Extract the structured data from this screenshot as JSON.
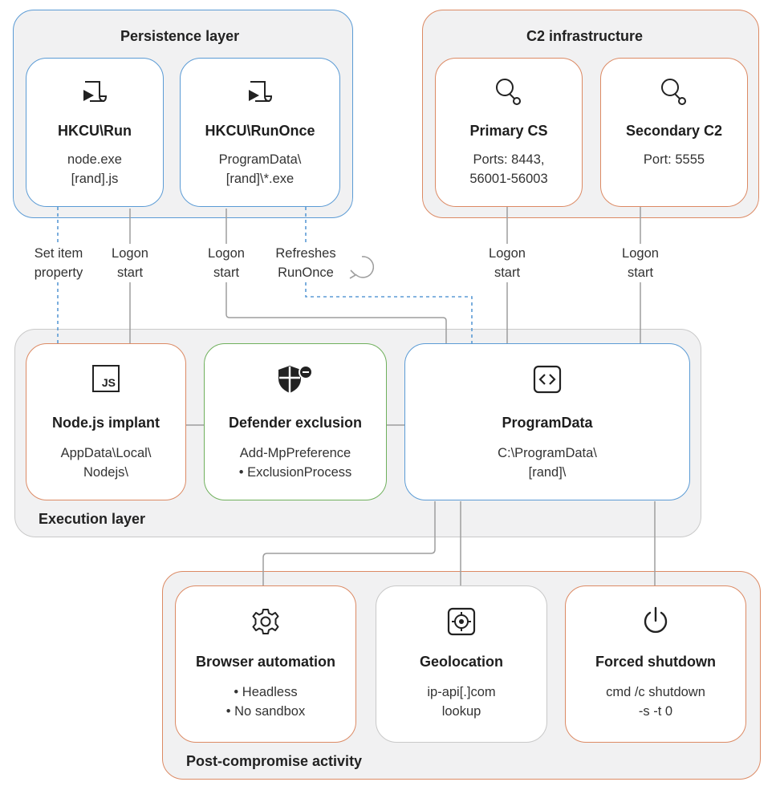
{
  "persistence": {
    "title": "Persistence layer",
    "cards": [
      {
        "icon": "script-run-icon",
        "title": "HKCU\\Run",
        "lines": [
          "node.exe",
          "[rand].js"
        ]
      },
      {
        "icon": "script-run-icon",
        "title": "HKCU\\RunOnce",
        "lines": [
          "ProgramData\\",
          "[rand]\\*.exe"
        ]
      }
    ]
  },
  "c2": {
    "title": "C2 infrastructure",
    "cards": [
      {
        "icon": "server-link-icon",
        "title": "Primary CS",
        "lines": [
          "Ports: 8443,",
          "56001-56003"
        ]
      },
      {
        "icon": "server-link-icon",
        "title": "Secondary C2",
        "lines": [
          "Port: 5555"
        ]
      }
    ]
  },
  "connectors": {
    "set_item": [
      "Set item",
      "property"
    ],
    "logon_start_1": [
      "Logon",
      "start"
    ],
    "logon_start_2": [
      "Logon",
      "start"
    ],
    "refreshes": [
      "Refreshes",
      "RunOnce"
    ],
    "logon_start_3": [
      "Logon",
      "start"
    ],
    "logon_start_4": [
      "Logon",
      "start"
    ]
  },
  "execution": {
    "title": "Execution layer",
    "cards": [
      {
        "icon": "js-file-icon",
        "icon_text": "JS",
        "title": "Node.js implant",
        "lines": [
          "AppData\\Local\\",
          "Nodejs\\"
        ]
      },
      {
        "icon": "shield-minus-icon",
        "title": "Defender exclusion",
        "lines": [
          "Add-MpPreference",
          "• ExclusionProcess"
        ]
      },
      {
        "icon": "code-icon",
        "title": "ProgramData",
        "lines": [
          "C:\\ProgramData\\",
          "[rand]\\"
        ]
      }
    ]
  },
  "post": {
    "title": "Post-compromise activity",
    "cards": [
      {
        "icon": "gear-icon",
        "title": "Browser automation",
        "lines": [
          "• Headless",
          "• No sandbox"
        ]
      },
      {
        "icon": "target-icon",
        "title": "Geolocation",
        "lines": [
          "ip-api[.]com",
          "lookup"
        ]
      },
      {
        "icon": "power-icon",
        "title": "Forced shutdown",
        "lines": [
          "cmd /c shutdown",
          "-s -t 0"
        ]
      }
    ]
  },
  "colors": {
    "blue": "#5b9bd5",
    "orange": "#dc8a64",
    "green": "#6fb05c",
    "gray": "#c9c9c9",
    "group_fill": "#f1f1f2"
  }
}
